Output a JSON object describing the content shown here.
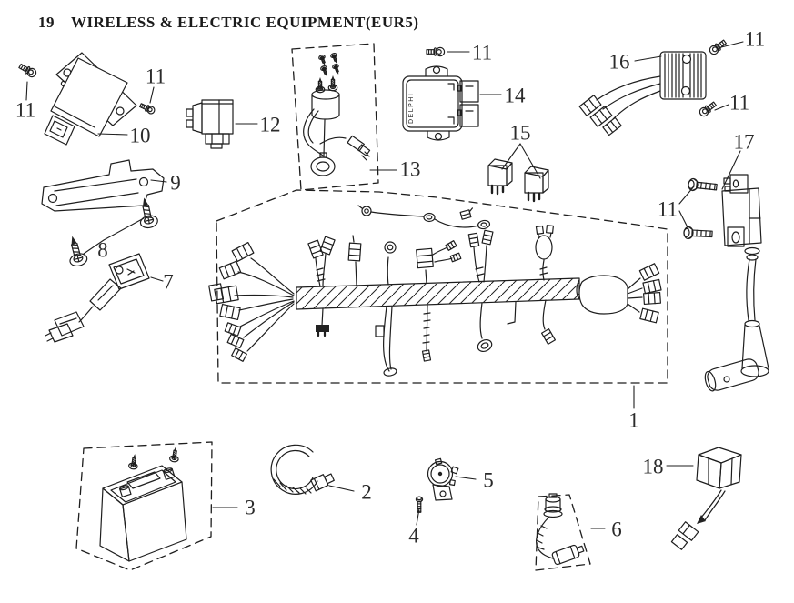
{
  "header": {
    "section_number": "19",
    "title": "WIRELESS & ELECTRIC EQUIPMENT(EUR5)"
  },
  "diagram": {
    "ecu_marking": "DELPHI",
    "labels": [
      {
        "text": "11",
        "part": "mounting-bolt"
      },
      {
        "text": "10",
        "part": "cdi-unit"
      },
      {
        "text": "11",
        "part": "mounting-bolt"
      },
      {
        "text": "12",
        "part": "starter-relay"
      },
      {
        "text": "13",
        "part": "ignition-lock-assembly"
      },
      {
        "text": "9",
        "part": "mounting-bracket"
      },
      {
        "text": "8",
        "part": "tapping-screw"
      },
      {
        "text": "7",
        "part": "switch-with-lead"
      },
      {
        "text": "11",
        "part": "mounting-bolt"
      },
      {
        "text": "14",
        "part": "ecu"
      },
      {
        "text": "15",
        "part": "relay-pair"
      },
      {
        "text": "16",
        "part": "rectifier-regulator"
      },
      {
        "text": "11",
        "part": "mounting-bolt"
      },
      {
        "text": "11",
        "part": "mounting-bolt"
      },
      {
        "text": "17",
        "part": "ignition-coil"
      },
      {
        "text": "11",
        "part": "flange-bolt"
      },
      {
        "text": "1",
        "part": "main-wiring-harness"
      },
      {
        "text": "3",
        "part": "battery"
      },
      {
        "text": "2",
        "part": "clamp-strap"
      },
      {
        "text": "5",
        "part": "horn"
      },
      {
        "text": "4",
        "part": "bolt"
      },
      {
        "text": "6",
        "part": "sensor-with-lead"
      },
      {
        "text": "18",
        "part": "flasher-unit"
      }
    ]
  }
}
